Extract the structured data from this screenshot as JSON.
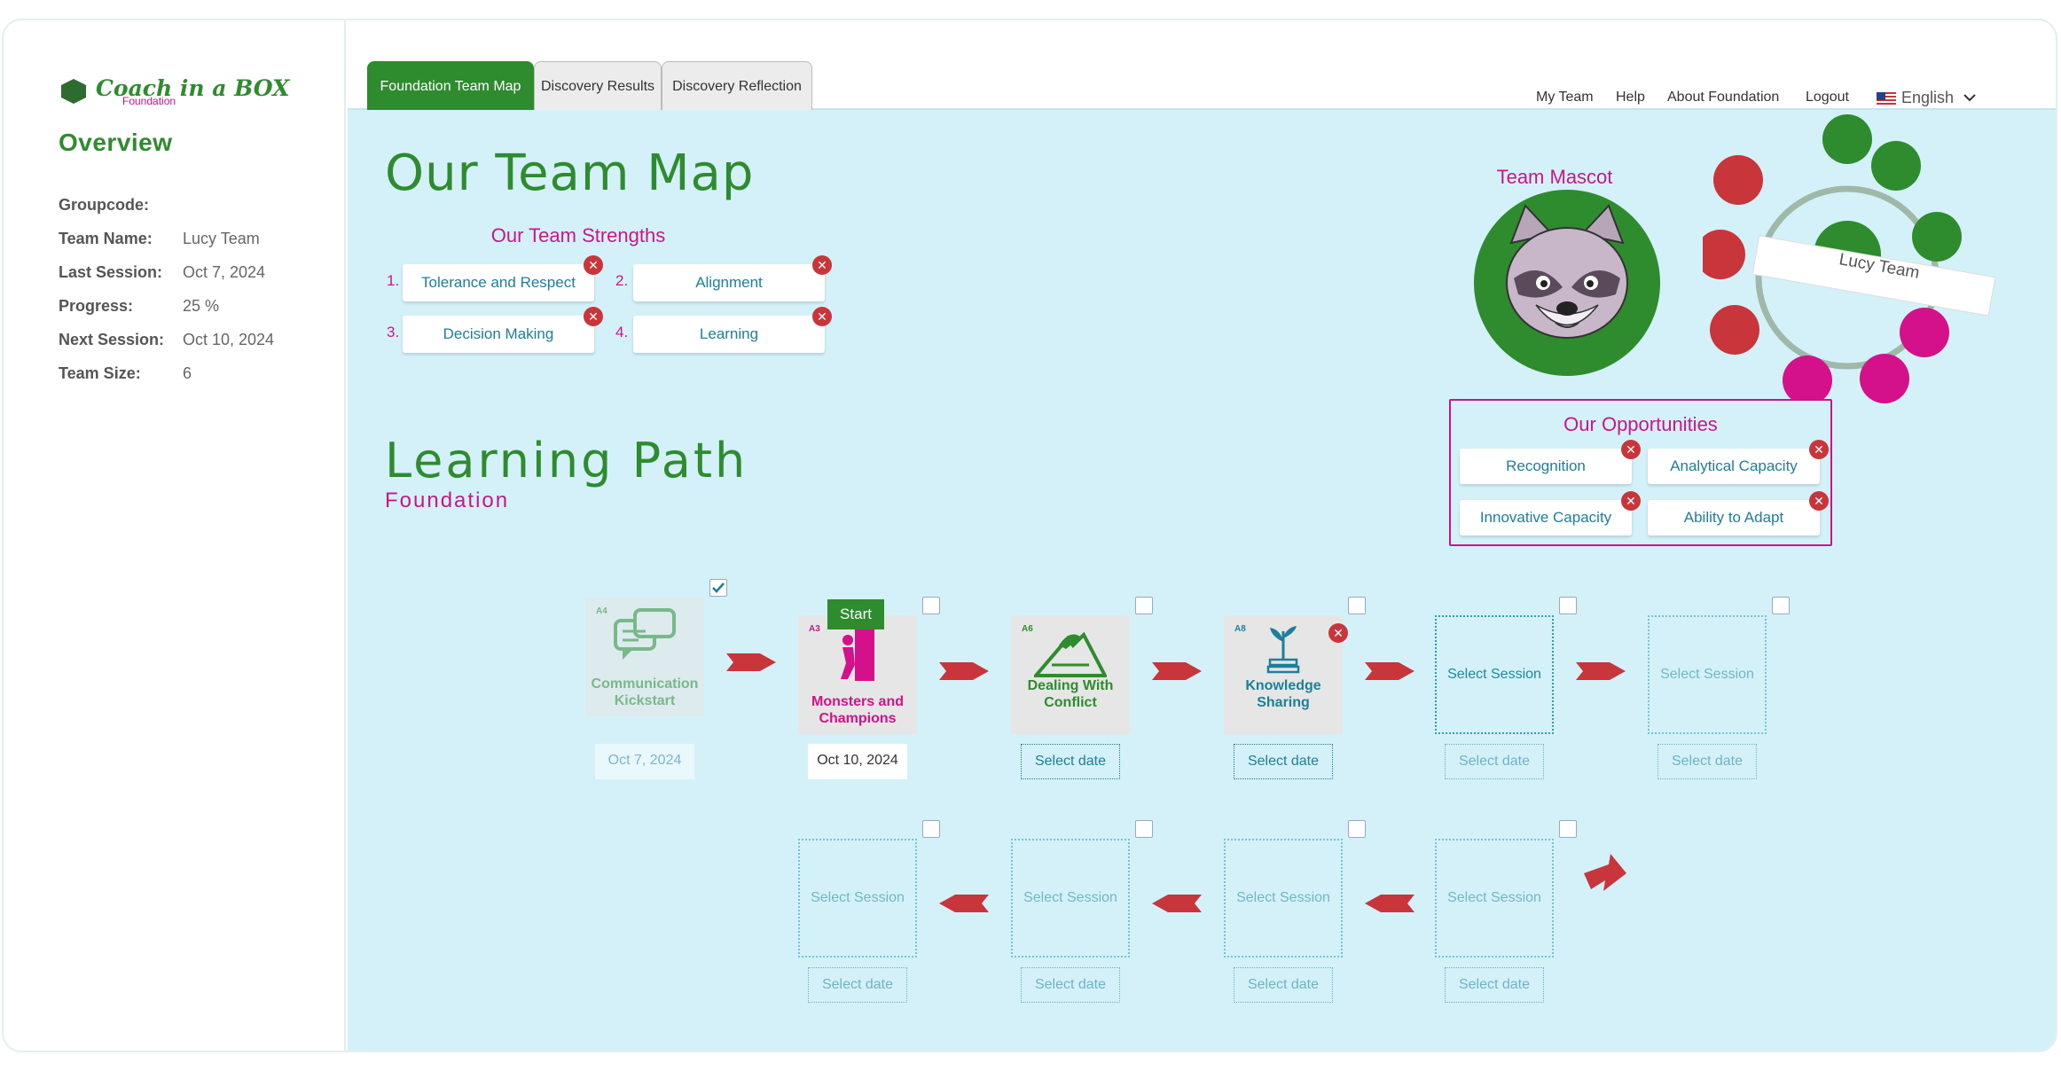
{
  "sidebar": {
    "logo_text": "Coach in a BOX",
    "logo_sub": "Foundation",
    "overview_title": "Overview",
    "info": [
      {
        "label": "Groupcode:",
        "value": ""
      },
      {
        "label": "Team Name:",
        "value": "Lucy Team"
      },
      {
        "label": "Last Session:",
        "value": "Oct 7, 2024"
      },
      {
        "label": "Progress:",
        "value": "25 %"
      },
      {
        "label": "Next Session:",
        "value": "Oct 10, 2024"
      },
      {
        "label": "Team Size:",
        "value": "6"
      }
    ]
  },
  "tabs": [
    {
      "label": "Foundation Team Map",
      "active": true
    },
    {
      "label": "Discovery Results",
      "active": false
    },
    {
      "label": "Discovery Reflection",
      "active": false
    }
  ],
  "nav": {
    "my_team": "My Team",
    "help": "Help",
    "about": "About Foundation",
    "logout": "Logout",
    "language": "English"
  },
  "team_map": {
    "title": "Our Team Map",
    "strengths_title": "Our Team Strengths",
    "strengths": [
      {
        "num": "1.",
        "label": "Tolerance and Respect"
      },
      {
        "num": "2.",
        "label": "Alignment"
      },
      {
        "num": "3.",
        "label": "Decision Making"
      },
      {
        "num": "4.",
        "label": "Learning"
      }
    ]
  },
  "mascot": {
    "title": "Team Mascot",
    "team_name_label": "Lucy Team"
  },
  "opportunities": {
    "title": "Our Opportunities",
    "items": [
      "Recognition",
      "Analytical Capacity",
      "Innovative Capacity",
      "Ability to Adapt"
    ]
  },
  "learning_path": {
    "title": "Learning Path",
    "subtitle": "Foundation",
    "start_label": "Start",
    "sessions": [
      {
        "code": "A4",
        "title_line1": "Communication",
        "title_line2": "Kickstart",
        "date": "Oct 7, 2024",
        "checked": true
      },
      {
        "code": "A3",
        "title_line1": "Monsters and",
        "title_line2": "Champions",
        "date": "Oct 10, 2024",
        "checked": false
      },
      {
        "code": "A6",
        "title_line1": "Dealing With",
        "title_line2": "Conflict",
        "date": "Select date",
        "checked": false
      },
      {
        "code": "A8",
        "title_line1": "Knowledge",
        "title_line2": "Sharing",
        "date": "Select date",
        "checked": false
      }
    ],
    "empty_label": "Select Session",
    "empty_date": "Select date"
  },
  "colors": {
    "green": "#2e8b2e",
    "magenta": "#c8168a",
    "teal": "#1d7f9a",
    "red": "#c8363c",
    "background": "#d4f1f9"
  }
}
